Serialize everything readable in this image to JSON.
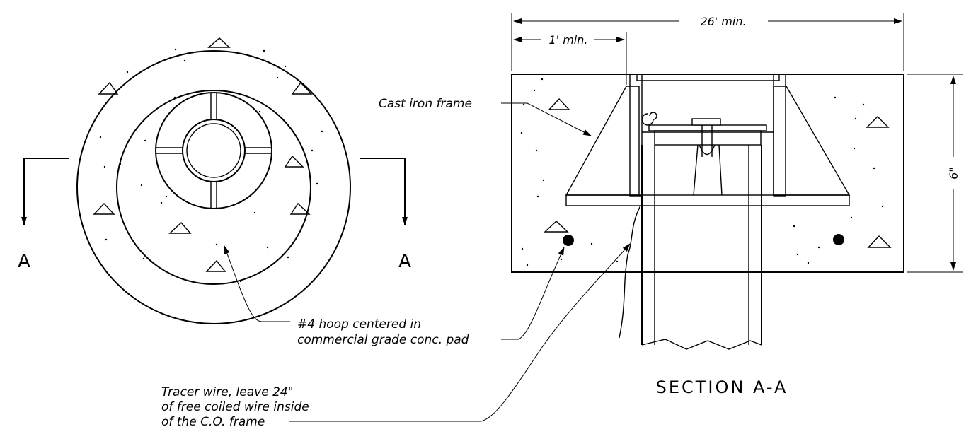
{
  "plan_view": {
    "cut_label_left": "A",
    "cut_label_right": "A"
  },
  "section_view": {
    "title": "SECTION A-A"
  },
  "dimensions": {
    "overall_width": "26' min.",
    "edge_offset": "1' min.",
    "depth": "6\""
  },
  "callouts": {
    "cast_iron_frame": "Cast iron frame",
    "hoop": [
      "#4 hoop centered in",
      "commercial grade conc. pad"
    ],
    "tracer_wire": [
      "Tracer wire, leave 24\"",
      "of free coiled wire inside",
      "of the C.O. frame"
    ]
  },
  "colors": {
    "ink": "#000000",
    "paper": "#ffffff"
  }
}
